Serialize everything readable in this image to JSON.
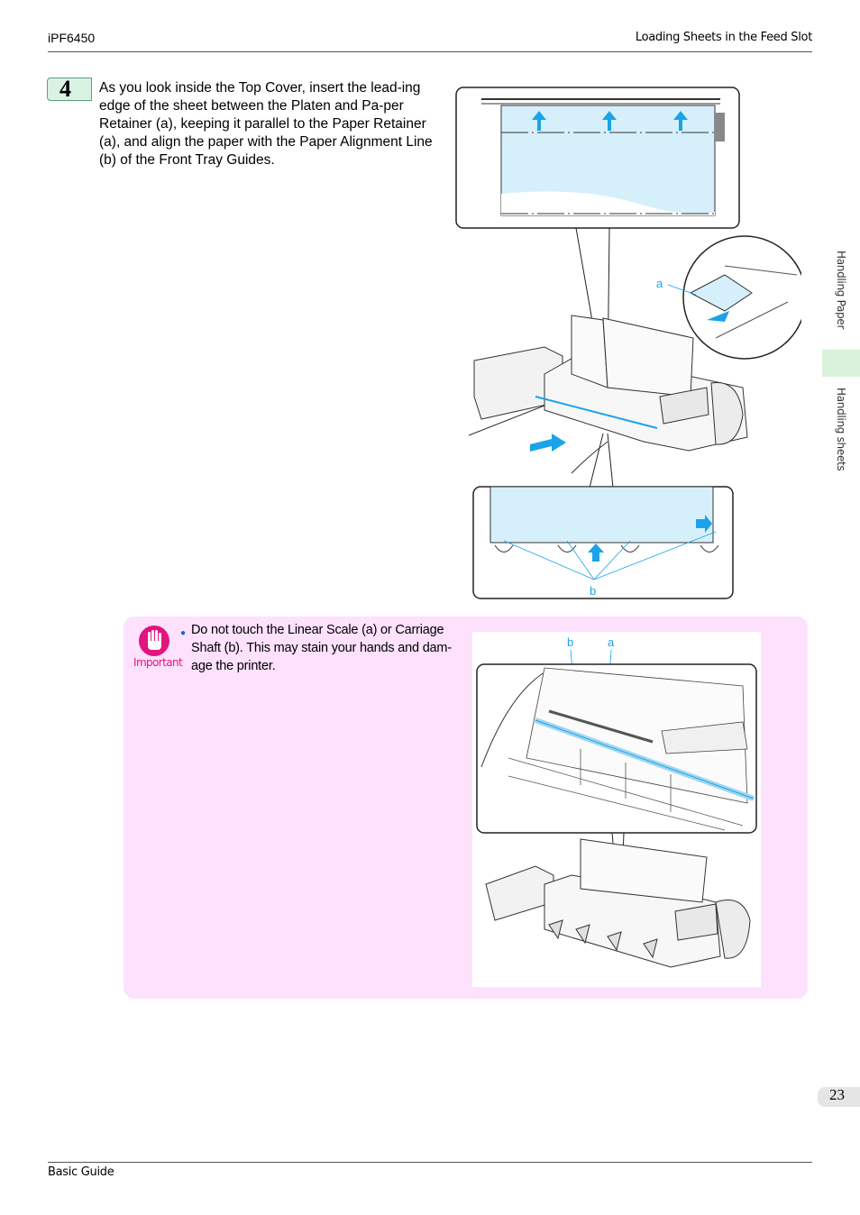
{
  "header": {
    "model": "iPF6450",
    "section": "Loading Sheets in the Feed Slot"
  },
  "step": {
    "number": "4",
    "text": "As you look inside the Top Cover, insert the lead-ing edge of the sheet between the Platen and Pa-per Retainer (a), keeping it parallel to the Paper Retainer (a), and align the paper with the Paper Alignment Line (b) of the Front Tray Guides."
  },
  "figure1": {
    "label_a": "a",
    "label_b": "b"
  },
  "note": {
    "label": "Important",
    "bullet_text": "Do not touch the Linear Scale (a) or Carriage Shaft (b). This may stain your hands and dam-age the printer."
  },
  "figure2": {
    "label_b": "b",
    "label_a": "a"
  },
  "side_tabs": {
    "tab1": "Handling Paper",
    "tab2": "Handling sheets"
  },
  "page_number": "23",
  "footer": {
    "title": "Basic Guide"
  },
  "colors": {
    "accent_cyan": "#1aa3e8",
    "paper_fill": "#d6f0fb",
    "note_bg": "#fde1fd",
    "important": "#e2147e",
    "step_badge": "#d9f2e4"
  }
}
